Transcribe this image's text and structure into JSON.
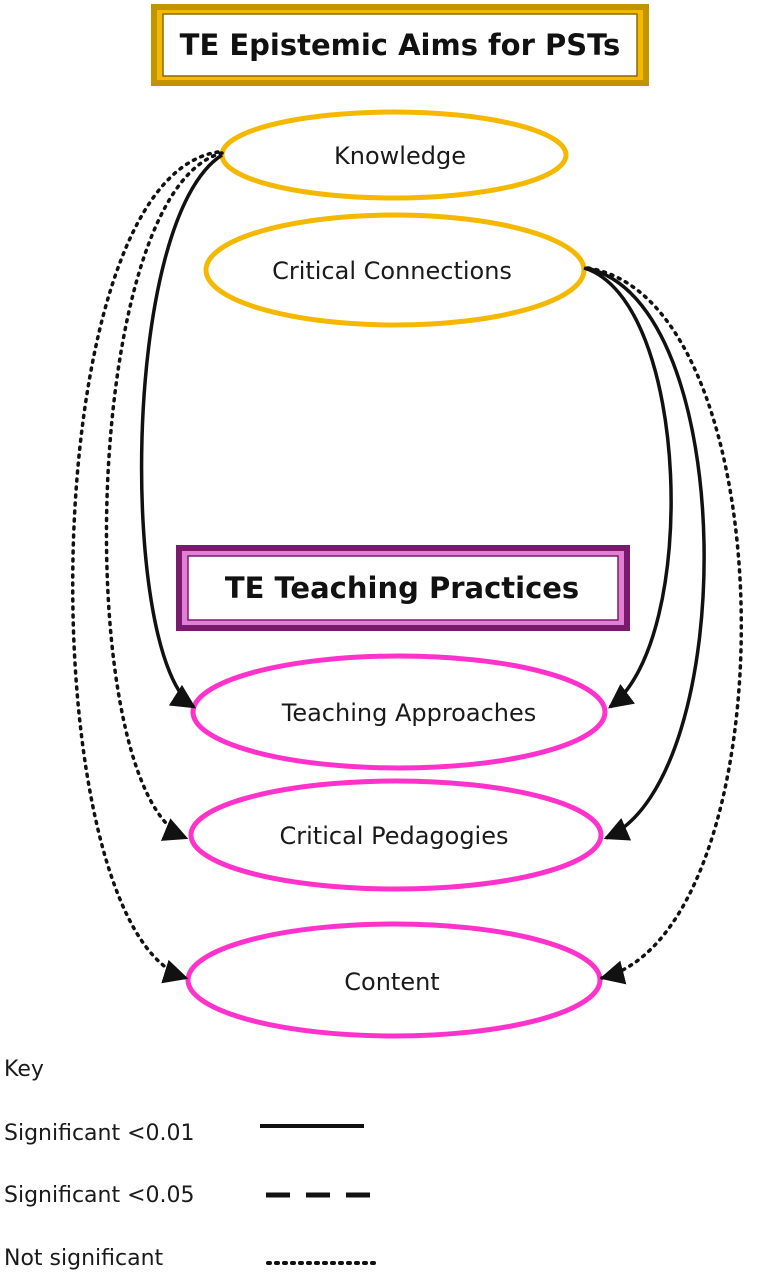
{
  "titles": {
    "aims": "TE Epistemic Aims for PSTs",
    "practices": "TE Teaching Practices"
  },
  "nodes": {
    "knowledge": "Knowledge",
    "critical_connections": "Critical Connections",
    "teaching_approaches": "Teaching Approaches",
    "critical_pedagogies": "Critical Pedagogies",
    "content": "Content"
  },
  "key": {
    "heading": "Key",
    "items": [
      {
        "label": "Significant <0.01",
        "style": "solid"
      },
      {
        "label": "Significant <0.05",
        "style": "dashed"
      },
      {
        "label": "Not significant",
        "style": "dotted"
      }
    ]
  },
  "edges": [
    {
      "from": "Knowledge",
      "to": "Teaching Approaches",
      "style": "solid"
    },
    {
      "from": "Knowledge",
      "to": "Critical Pedagogies",
      "style": "dotted"
    },
    {
      "from": "Knowledge",
      "to": "Content",
      "style": "dotted"
    },
    {
      "from": "Critical Connections",
      "to": "Teaching Approaches",
      "style": "solid"
    },
    {
      "from": "Critical Connections",
      "to": "Critical Pedagogies",
      "style": "solid"
    },
    {
      "from": "Critical Connections",
      "to": "Content",
      "style": "dotted"
    }
  ],
  "colors": {
    "aims": "#f5b800",
    "aims_border_dark": "#9c7a00",
    "practices": "#ff33cc",
    "practices_border_dark": "#8b1a7a",
    "edge": "#111111"
  }
}
